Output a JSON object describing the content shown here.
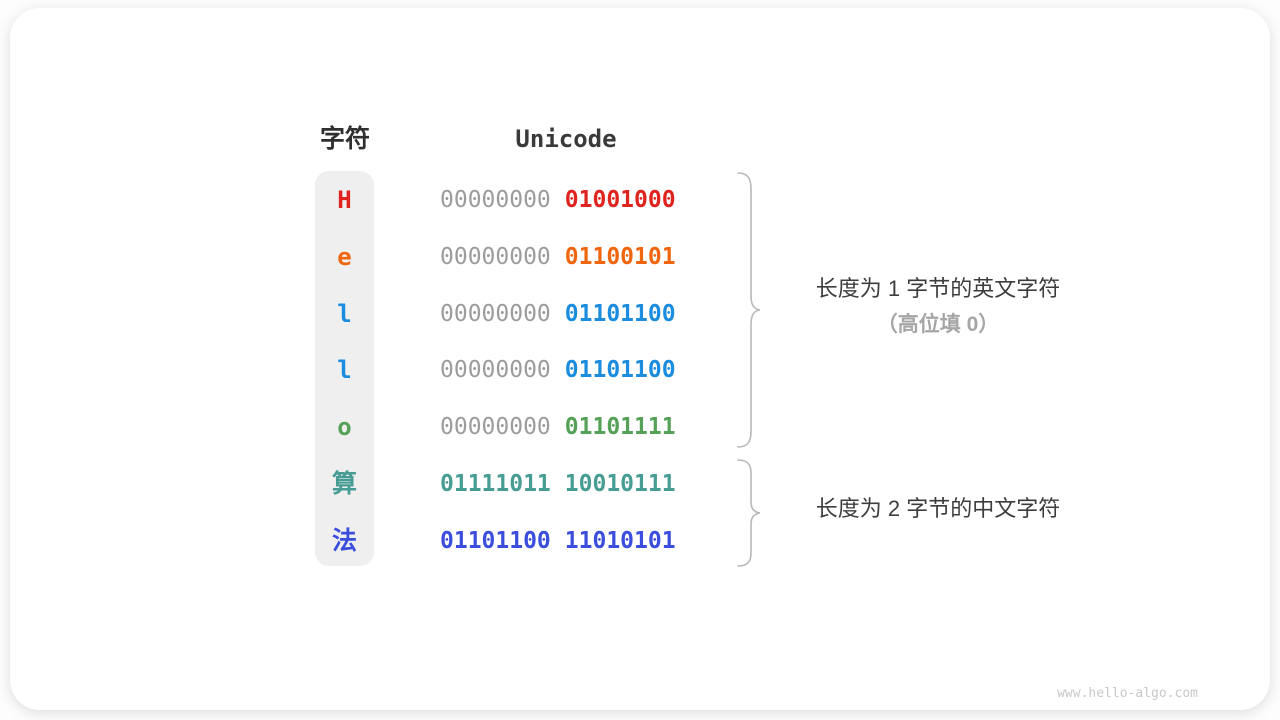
{
  "headers": {
    "char": "字符",
    "unicode": "Unicode"
  },
  "colors": {
    "gray_zero": "#9c9c9c",
    "red": "#df2420",
    "orange": "#f0660e",
    "blue": "#1b8cde",
    "green": "#54a157",
    "teal": "#479d93",
    "indigo": "#3c4edd"
  },
  "table": {
    "rows": [
      {
        "char": "H",
        "byte1": "00000000",
        "byte2": "01001000",
        "color": "#df2420",
        "byte1_color": "#9c9c9c"
      },
      {
        "char": "e",
        "byte1": "00000000",
        "byte2": "01100101",
        "color": "#f0660e",
        "byte1_color": "#9c9c9c"
      },
      {
        "char": "l",
        "byte1": "00000000",
        "byte2": "01101100",
        "color": "#1b8cde",
        "byte1_color": "#9c9c9c"
      },
      {
        "char": "l",
        "byte1": "00000000",
        "byte2": "01101100",
        "color": "#1b8cde",
        "byte1_color": "#9c9c9c"
      },
      {
        "char": "o",
        "byte1": "00000000",
        "byte2": "01101111",
        "color": "#54a157",
        "byte1_color": "#9c9c9c"
      },
      {
        "char": "算",
        "byte1": "01111011",
        "byte2": "10010111",
        "color": "#479d93",
        "byte1_color": "#479d93"
      },
      {
        "char": "法",
        "byte1": "01101100",
        "byte2": "11010101",
        "color": "#3c4edd",
        "byte1_color": "#3c4edd"
      }
    ]
  },
  "annotations": {
    "english": {
      "line1": "长度为 1 字节的英文字符",
      "line2": "（高位填 0）"
    },
    "chinese": {
      "line1": "长度为 2 字节的中文字符"
    }
  },
  "watermark": "www.hello-algo.com"
}
